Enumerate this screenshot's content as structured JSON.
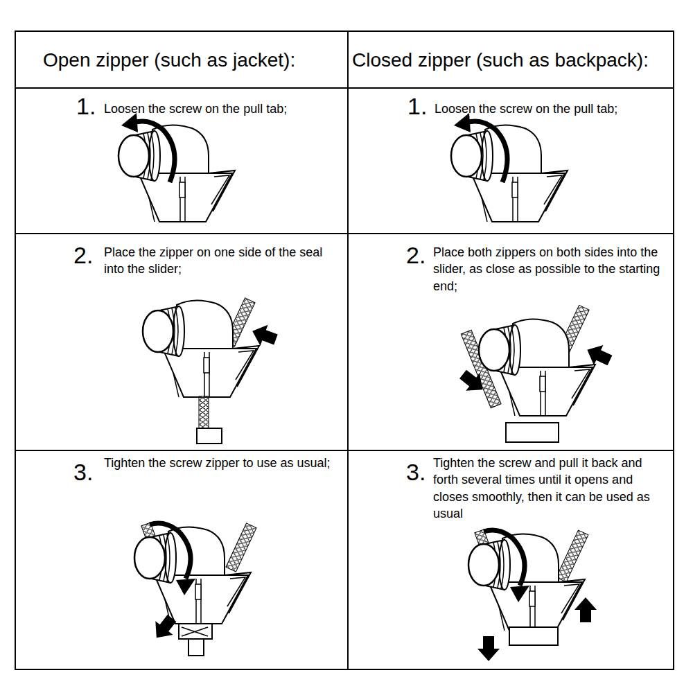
{
  "diagram": {
    "labels": [
      "Open zipper (such as jacket):",
      "Closed zipper (such as backpack):",
      "1.",
      "Loosen the screw on the pull tab;",
      "1.",
      "Loosen the screw on the pull tab;",
      "2.",
      "Place the zipper on one side of the seal into the slider;",
      "2.",
      "Place both zippers on both sides into the slider, as close as possible to the starting end;",
      "3.",
      "Tighten the screw zipper to use as usual;",
      "3.",
      "Tighten the screw and pull it back and forth several times until it opens and closes smoothly, then it can be used as usual"
    ]
  }
}
